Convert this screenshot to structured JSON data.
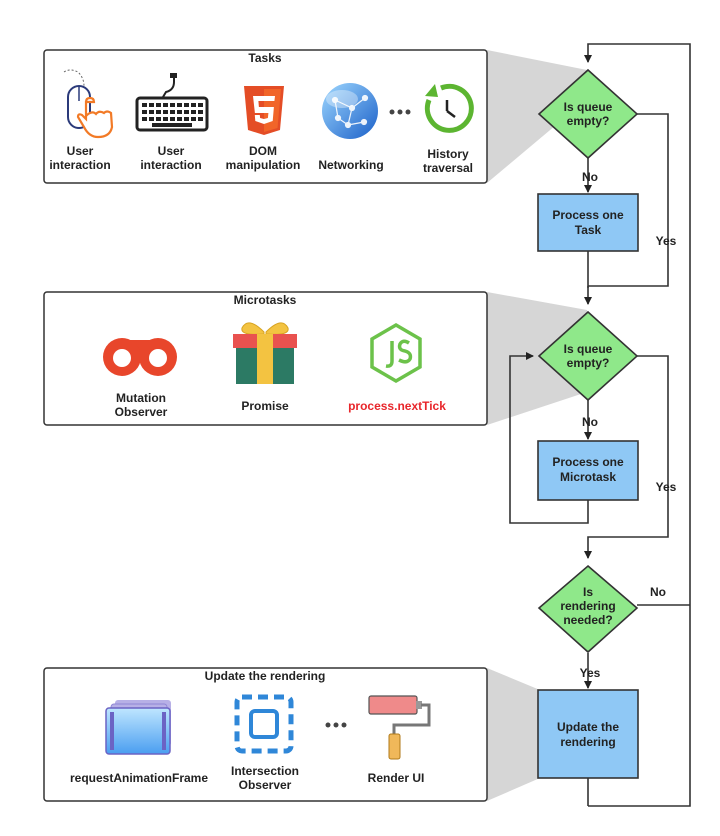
{
  "tasks": {
    "title": "Tasks",
    "items": [
      {
        "label1": "User",
        "label2": "interaction",
        "icon": "mouse-click-icon"
      },
      {
        "label1": "User",
        "label2": "interaction",
        "icon": "keyboard-icon"
      },
      {
        "label1": "DOM",
        "label2": "manipulation",
        "icon": "html5-icon"
      },
      {
        "label1": "Networking",
        "label2": "",
        "icon": "globe-network-icon"
      },
      {
        "label1": "History",
        "label2": "traversal",
        "icon": "history-clock-icon"
      }
    ]
  },
  "microtasks": {
    "title": "Microtasks",
    "items": [
      {
        "label1": "Mutation",
        "label2": "Observer",
        "icon": "binoculars-icon"
      },
      {
        "label1": "Promise",
        "label2": "",
        "icon": "gift-box-icon"
      },
      {
        "label1": "process.nextTick",
        "label2": "",
        "icon": "nodejs-icon"
      }
    ]
  },
  "rendering": {
    "title": "Update the rendering",
    "items": [
      {
        "label1": "requestAnimationFrame",
        "label2": "",
        "icon": "frame-stack-icon"
      },
      {
        "label1": "Intersection",
        "label2": "Observer",
        "icon": "intersection-observer-icon"
      },
      {
        "label1": "Render UI",
        "label2": "",
        "icon": "paint-roller-icon"
      }
    ]
  },
  "flow": {
    "decision1": [
      "Is queue",
      "empty?"
    ],
    "decision2": [
      "Is queue",
      "empty?"
    ],
    "decision3": [
      "Is",
      "rendering",
      "needed?"
    ],
    "process1": [
      "Process one",
      "Task"
    ],
    "process2": [
      "Process one",
      "Microtask"
    ],
    "process3": [
      "Update the",
      "rendering"
    ],
    "no": "No",
    "yes": "Yes"
  },
  "colors": {
    "decision_fill": "#8fe88a",
    "process_fill": "#8fc8f5",
    "next_tick": "#e8262b"
  }
}
